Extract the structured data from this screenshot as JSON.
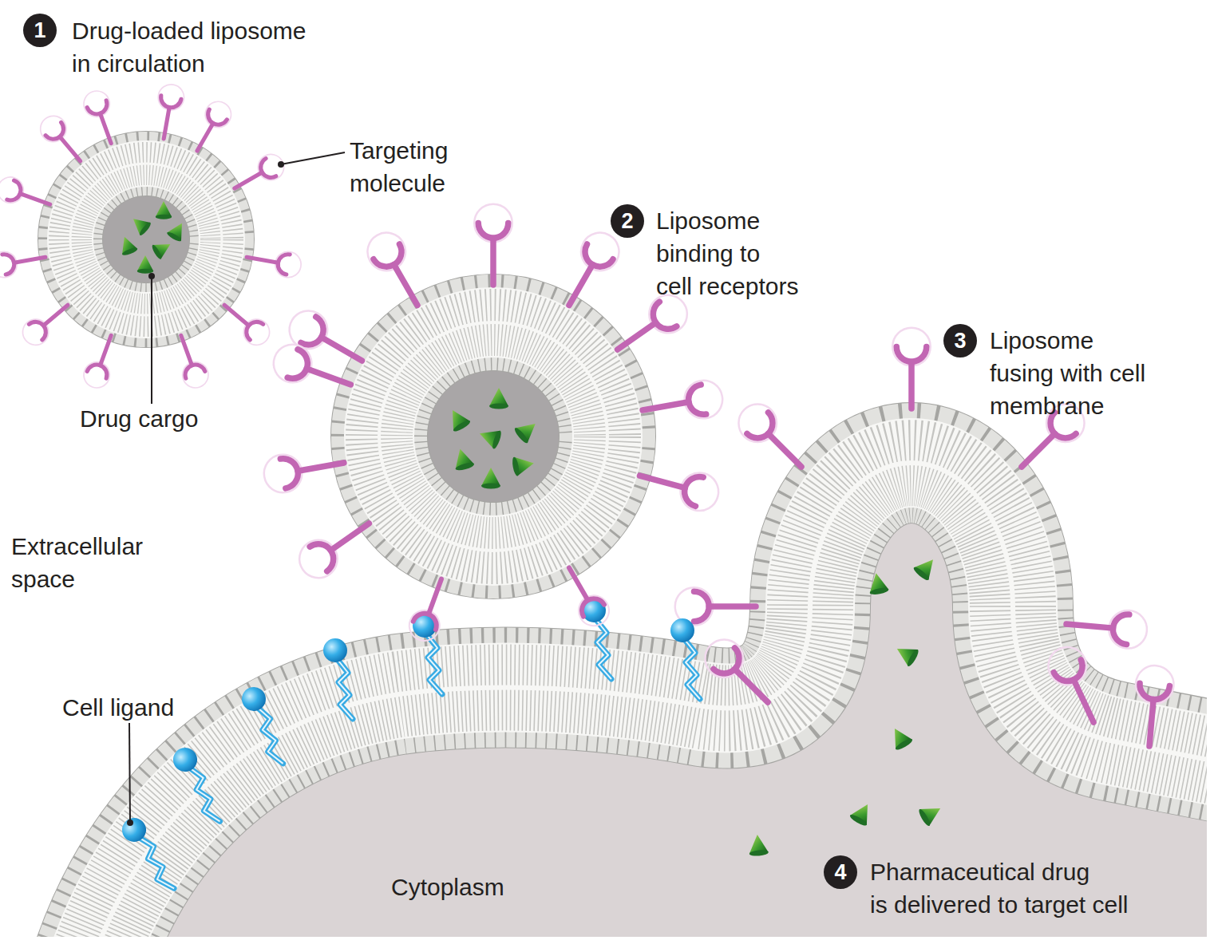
{
  "diagram": {
    "labels": [
      "1",
      "Drug-loaded liposome in circulation",
      "Targeting molecule",
      "Drug cargo",
      "2",
      "Liposome binding to cell receptors",
      "3",
      "Liposome fusing with cell membrane",
      "Extracellular space",
      "Cell ligand",
      "Cytoplasm",
      "4",
      "Pharmaceutical drug is delivered to target cell"
    ]
  }
}
